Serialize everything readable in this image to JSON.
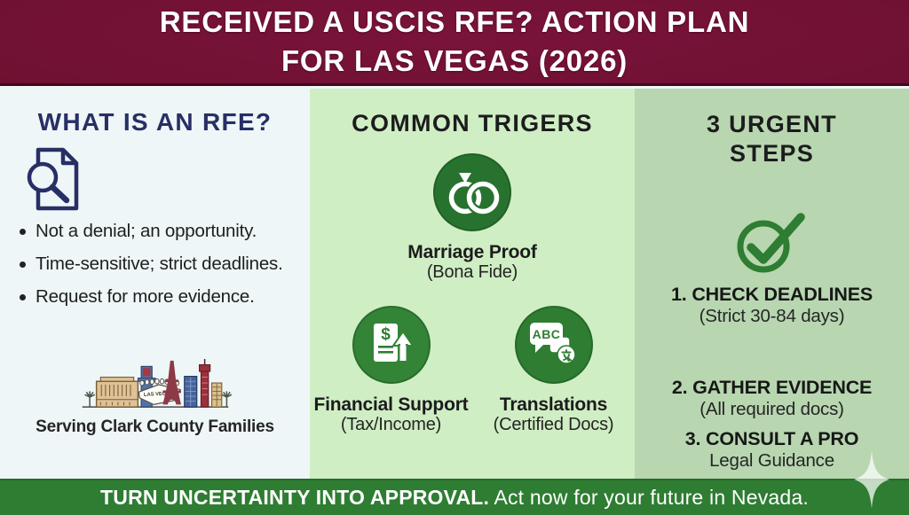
{
  "header": {
    "title_line1": "RECEIVED A USCIS RFE? ACTION PLAN",
    "title_line2": "FOR LAS VEGAS (2026)"
  },
  "columns": {
    "rfe": {
      "title": "WHAT IS AN RFE?",
      "icon": "document-search-icon",
      "bullets": [
        "Not a denial; an opportunity.",
        "Time-sensitive; strict deadlines.",
        "Request for more evidence."
      ],
      "sign_text": "LAS VEGAS",
      "tagline": "Serving Clark County Families"
    },
    "triggers": {
      "title": "COMMON TRIGERS",
      "items": [
        {
          "icon": "wedding-rings-icon",
          "label": "Marriage Proof",
          "sublabel": "(Bona Fide)"
        },
        {
          "icon": "financial-document-icon",
          "icon_text": "$",
          "label": "Financial Support",
          "sublabel": "(Tax/Income)"
        },
        {
          "icon": "translation-icon",
          "icon_text": "ABC",
          "label": "Translations",
          "sublabel": "(Certified Docs)"
        }
      ]
    },
    "steps": {
      "title_line1": "3 URGENT",
      "title_line2": "STEPS",
      "icon": "checkmark-icon",
      "items": [
        {
          "label": "1. CHECK DEADLINES",
          "sublabel": "(Strict 30-84 days)"
        },
        {
          "label": "2. GATHER EVIDENCE",
          "sublabel": "(All required docs)"
        },
        {
          "label": "3. CONSULT A PRO",
          "sublabel": "Legal Guidance"
        }
      ]
    }
  },
  "footer": {
    "bold_text": "TURN UNCERTAINTY INTO APPROVAL.",
    "regular_text": " Act now for your future in Nevada."
  },
  "colors": {
    "header_bg": "#6d1030",
    "header_bg_dark": "#520a25",
    "left_bg": "#eff6f7",
    "mid_bg": "#cfeec3",
    "right_bg": "#b8d6b0",
    "footer_bg": "#2e7d32",
    "navy": "#272f66",
    "circle_green": "#2e7d32",
    "circle_green_dark": "#256929"
  }
}
